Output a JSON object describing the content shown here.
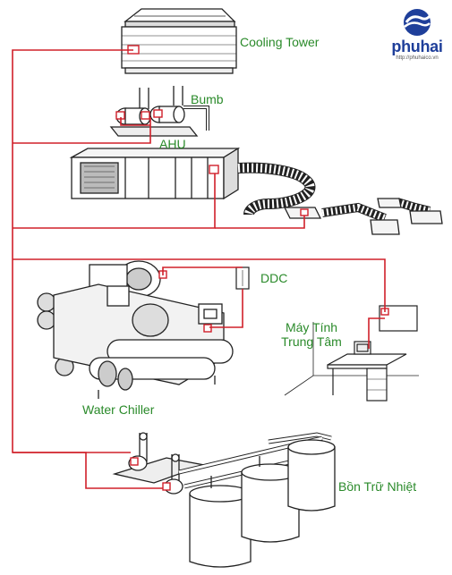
{
  "colors": {
    "wire": "#d0202a",
    "label": "#2a8a2a",
    "line_art": "#222222",
    "brand": "#1f3f9a"
  },
  "brand": {
    "name": "phuhai",
    "url": "http://phuhaico.vn",
    "icon": "phuhai-wave-logo-icon"
  },
  "labels": {
    "cooling_tower": "Cooling Tower",
    "bumb": "Bumb",
    "ahu": "AHU",
    "ddc": "DDC",
    "computer_line1": "Máy Tính",
    "computer_line2": "Trung Tâm",
    "water_chiller": "Water Chiller",
    "storage_tank": "Bồn Trữ Nhiệt"
  }
}
